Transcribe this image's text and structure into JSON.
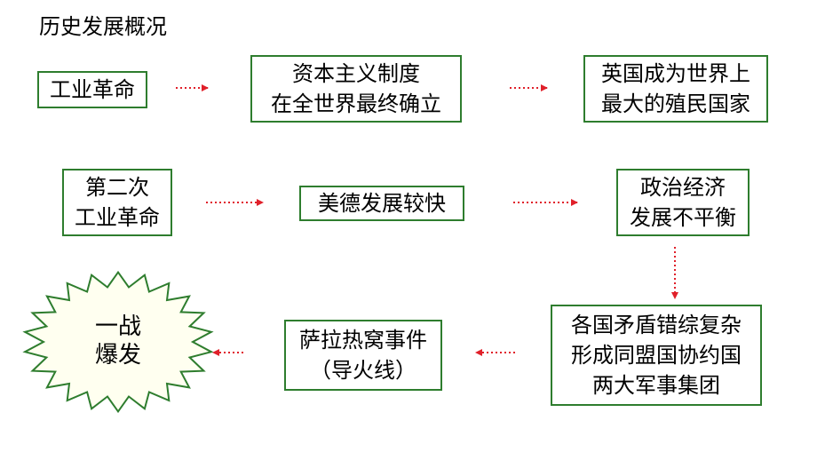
{
  "title": "历史发展概况",
  "nodes": {
    "industrial_revolution": [
      "工业革命"
    ],
    "capitalism_established": [
      "资本主义制度",
      "在全世界最终确立"
    ],
    "britain_colonial": [
      "英国成为世界上",
      "最大的殖民国家"
    ],
    "second_industrial_revolution": [
      "第二次",
      "工业革命"
    ],
    "us_germany_fast": [
      "美德发展较快"
    ],
    "uneven_development": [
      "政治经济",
      "发展不平衡"
    ],
    "alliances": [
      "各国矛盾错综复杂",
      "形成同盟国协约国",
      "两大军事集团"
    ],
    "sarajevo": [
      "萨拉热窝事件",
      "（导火线）"
    ],
    "war_outbreak": [
      "一战",
      "爆发"
    ]
  },
  "colors": {
    "box_border": "#2e7d2e",
    "arrow": "#e0202a",
    "burst_fill": "#fffff0",
    "burst_stroke": "#2e7d2e"
  }
}
